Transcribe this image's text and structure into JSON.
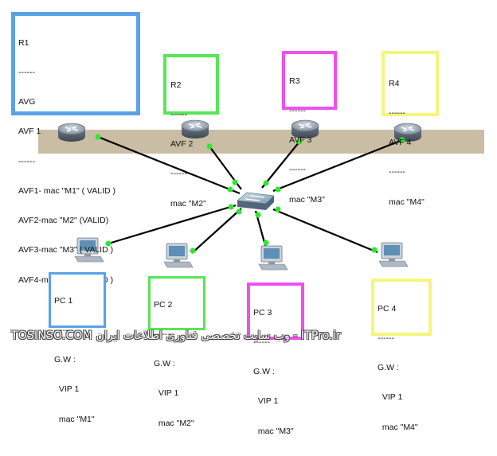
{
  "colors": {
    "backbone": "#c9bda3",
    "link": "#000000",
    "port": "#2ee82e",
    "r1_border": "#5aa2e8",
    "r2_border": "#56e656",
    "r3_border": "#f050f0",
    "r4_border": "#f5f57c",
    "pc1_border": "#5aa2e8",
    "pc2_border": "#56e656",
    "pc3_border": "#f050f0",
    "pc4_border": "#f5f57c"
  },
  "boxes": {
    "r1": [
      "R1",
      "------",
      "AVG",
      "AVF 1",
      "------",
      "AVF1- mac \"M1\" ( VALID )",
      "AVF2-mac \"M2\" (VALID)",
      "AVF3-mac \"M3\" ( VALID )",
      "AVF4-mac \"M4\" ( VALID )"
    ],
    "r2": [
      "R2",
      "------",
      "AVF 2",
      "------",
      "mac \"M2\""
    ],
    "r3": [
      "R3",
      "------",
      "AVF 3",
      "------",
      "mac \"M3\""
    ],
    "r4": [
      "R4",
      "------",
      "AVF 4",
      "------",
      "mac \"M4\""
    ],
    "pc1": [
      "PC 1",
      "------",
      "G.W :",
      "  VIP 1",
      "  mac \"M1\""
    ],
    "pc2": [
      "PC 2",
      "------",
      "G.W :",
      "  VIP 1",
      "  mac \"M2\""
    ],
    "pc3": [
      "PC 3",
      "------",
      "G.W :",
      "  VIP 1",
      "  mac \"M3\""
    ],
    "pc4": [
      "PC 4",
      "------",
      "G.W :",
      "  VIP 1",
      "  mac \"M4\""
    ]
  },
  "icons": {
    "router": "router-icon",
    "switch": "switch-icon",
    "pc": "pc-icon"
  },
  "watermark": "TOSINSO.COM وب سایت تخصصی فناوری اطلاعات ایران - ITPro.ir"
}
